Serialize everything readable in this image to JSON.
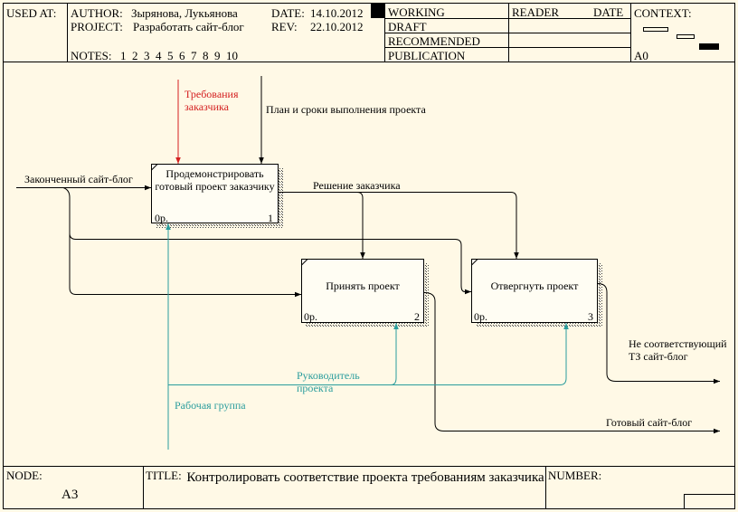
{
  "header": {
    "used_at": "USED AT:",
    "author_label": "AUTHOR:",
    "author_value": "Зырянова, Лукьянова",
    "date_label": "DATE:",
    "date_value": "14.10.2012",
    "project_label": "PROJECT:",
    "project_value": "Разработать сайт-блог",
    "rev_label": "REV:",
    "rev_value": "22.10.2012",
    "notes_label": "NOTES:",
    "notes_numbers": "1  2  3  4  5  6  7  8  9  10",
    "status": [
      "WORKING",
      "DRAFT",
      "RECOMMENDED",
      "PUBLICATION"
    ],
    "reader": "READER",
    "date_col": "DATE",
    "context": "CONTEXT:",
    "context_node": "A0"
  },
  "diagram": {
    "boxes": [
      {
        "label": "Продемонстрировать готовый проект заказчику",
        "cost": "0р.",
        "number": "1"
      },
      {
        "label": "Принять проект",
        "cost": "0р.",
        "number": "2"
      },
      {
        "label": "Отвергнуть проект",
        "cost": "0р.",
        "number": "3"
      }
    ],
    "arrows": {
      "control_red": "Требования заказчика",
      "control_plan": "План и сроки выполнения проекта",
      "input_site": "Законченный сайт-блог",
      "decision": "Решение заказчика",
      "output_not": "Не соответствующий ТЗ сайт-блог",
      "output_ready": "Готовый сайт-блог",
      "mech_leader": "Руководитель проекта",
      "mech_group": "Рабочая группа"
    },
    "colors": {
      "control_red": "#d42020",
      "mechanism": "#2a9d9d",
      "background": "#fff9e6"
    }
  },
  "footer": {
    "node_label": "NODE:",
    "node_value": "А3",
    "title_label": "TITLE:",
    "title_value": "Контролировать  соответствие проекта требованиям заказчика",
    "number_label": "NUMBER:"
  }
}
